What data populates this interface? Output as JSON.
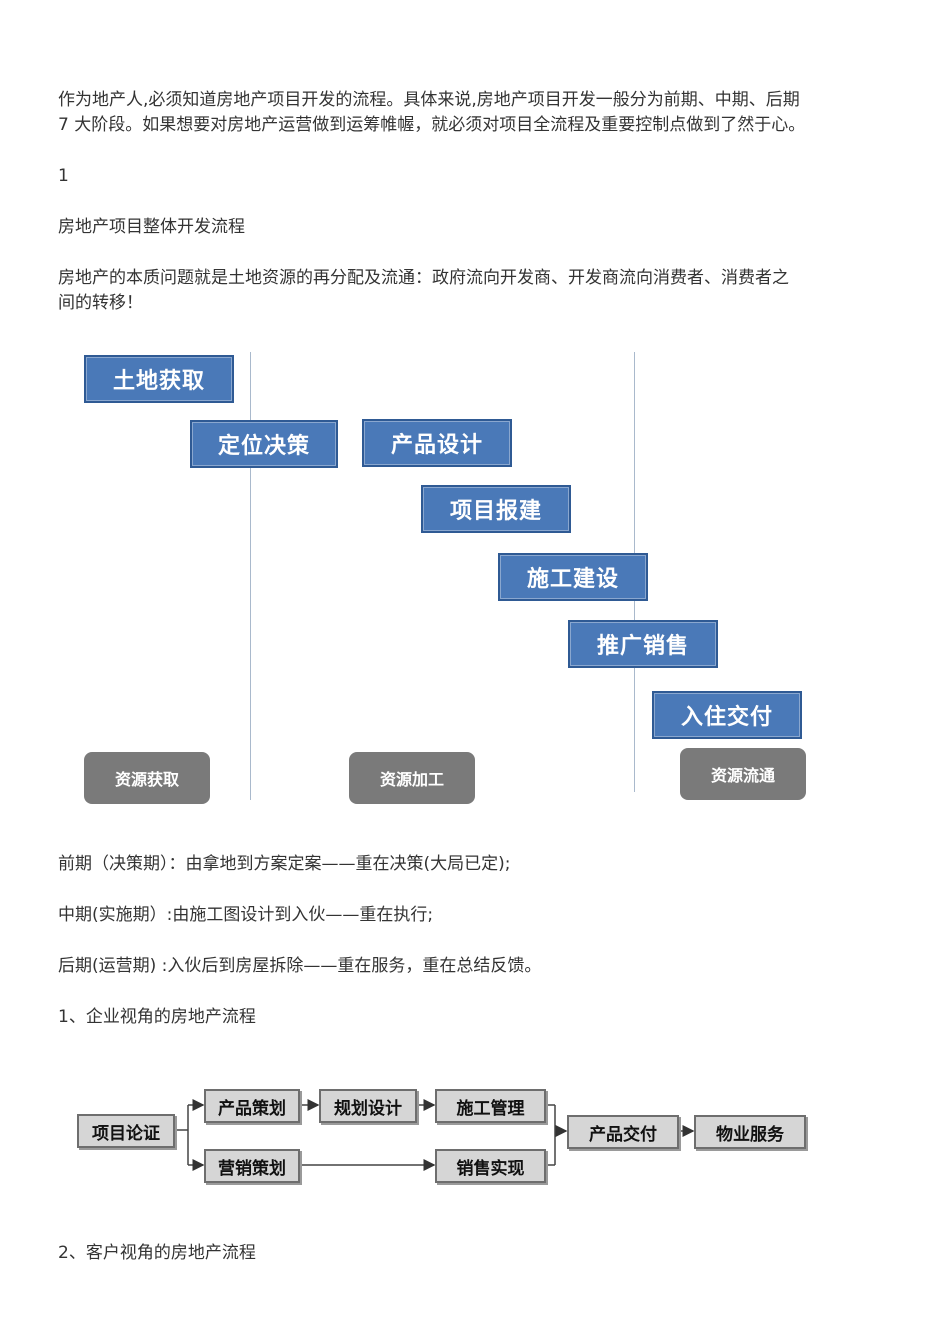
{
  "intro": {
    "line1": "作为地产人,必须知道房地产项目开发的流程。具体来说,房地产项目开发一般分为前期、中期、后期",
    "line2": "7 大阶段。如果想要对房地产运营做到运筹帷幄，就必须对项目全流程及重要控制点做到了然于心。"
  },
  "section_number": "1",
  "section_title": "房地产项目整体开发流程",
  "essence": {
    "line1": "房地产的本质问题就是土地资源的再分配及流通：政府流向开发商、开发商流向消费者、消费者之",
    "line2": "间的转移！"
  },
  "stages_diagram": {
    "stages": [
      "土地获取",
      "定位决策",
      "产品设计",
      "项目报建",
      "施工建设",
      "推广销售",
      "入住交付"
    ],
    "phases": [
      "资源获取",
      "资源加工",
      "资源流通"
    ],
    "colors": {
      "stage_fill": "#4a79b8",
      "phase_fill": "#7a7a7a"
    }
  },
  "periods": {
    "early": "前期（决策期）：由拿地到方案定案——重在决策(大局已定);",
    "middle": "中期(实施期）:由施工图设计到入伙——重在执行;",
    "late": "后期(运营期) :入伙后到房屋拆除——重在服务，重在总结反馈。"
  },
  "heading_enterprise": "1、企业视角的房地产流程",
  "enterprise_flow": {
    "start": "项目论证",
    "upper": [
      "产品策划",
      "规划设计",
      "施工管理"
    ],
    "lower": [
      "营销策划",
      "销售实现"
    ],
    "end": [
      "产品交付",
      "物业服务"
    ]
  },
  "heading_customer": "2、客户视角的房地产流程"
}
